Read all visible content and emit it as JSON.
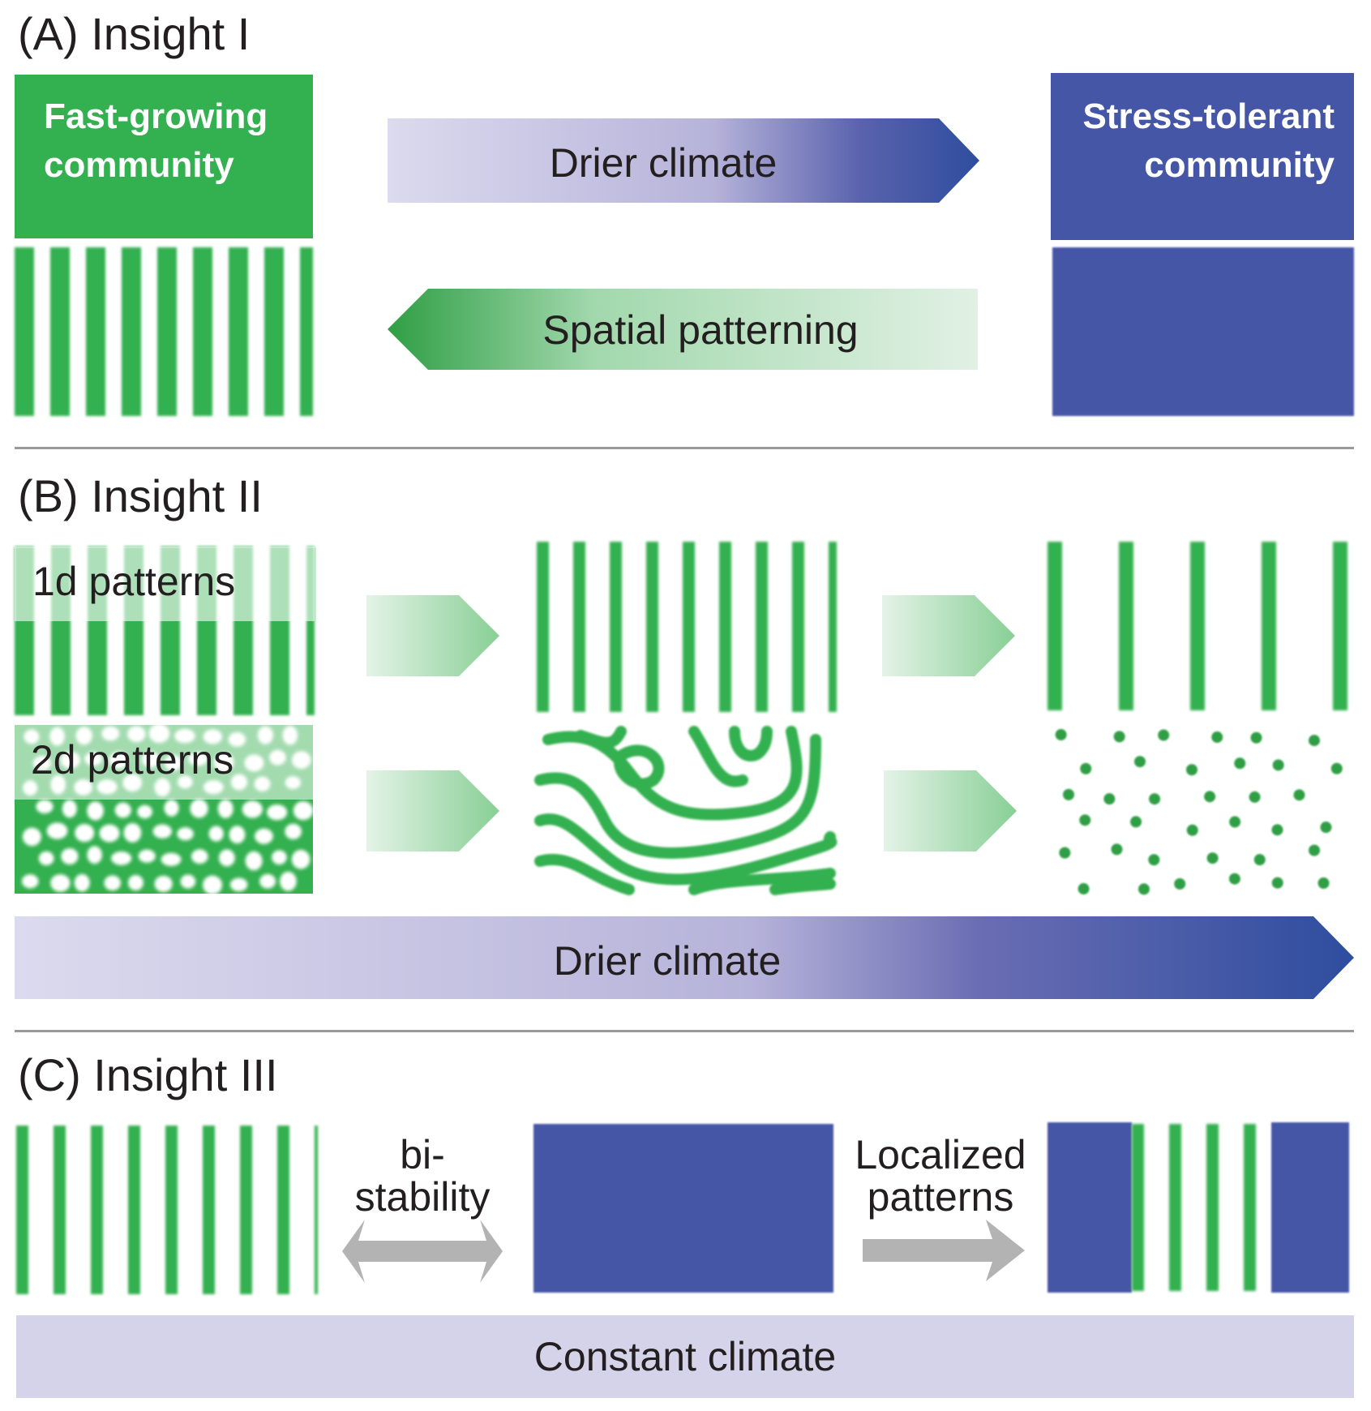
{
  "colors": {
    "green": "#33b04f",
    "blue": "#4656a6",
    "light_lavender": "#d6d4ea",
    "arrow_gray": "#b3b3b3",
    "divider": "#9a9a9a",
    "text": "#231f20"
  },
  "panel_a": {
    "heading": "(A) Insight I",
    "left_box": {
      "line1": "Fast-growing",
      "line2": "community"
    },
    "right_box": {
      "line1": "Stress-tolerant",
      "line2": "community"
    },
    "arrow_right": {
      "label": "Drier climate",
      "icon": "right-arrow-icon"
    },
    "arrow_left": {
      "label": "Spatial patterning",
      "icon": "left-arrow-icon"
    }
  },
  "panel_b": {
    "heading": "(B) Insight II",
    "row1_label": "1d patterns",
    "row2_label": "2d patterns",
    "bottom_arrow": {
      "label": "Drier climate",
      "icon": "right-arrow-icon"
    },
    "stage_arrows_icon": "chevron-arrow-icon"
  },
  "panel_c": {
    "heading": "(C) Insight III",
    "bistability": {
      "line1": "bi-",
      "line2": "stability",
      "icon": "double-arrow-icon"
    },
    "localized": {
      "line1": "Localized",
      "line2": "patterns",
      "icon": "right-arrow-icon"
    },
    "bottom_bar": {
      "label": "Constant climate"
    }
  }
}
